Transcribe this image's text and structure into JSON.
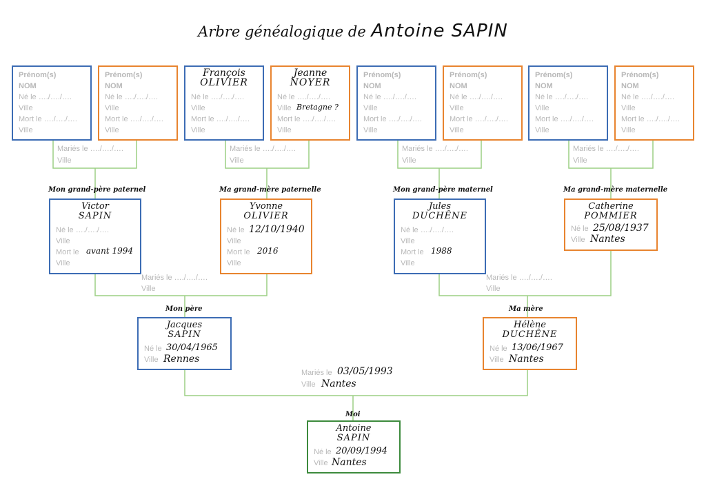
{
  "title": {
    "prefix": "Arbre généalogique de",
    "name": "Antoine SAPIN"
  },
  "labels": {
    "prenom": "Prénom(s)",
    "nom": "NOM",
    "ne": "Né le …./…./….",
    "ne_short": "Né le",
    "ville": "Ville",
    "mort": "Mort le …./…./….",
    "mort_short": "Mort le",
    "maries": "Mariés le …./…./….",
    "maries_short": "Mariés le"
  },
  "great_grandparents": [
    {
      "side": "m"
    },
    {
      "side": "f"
    },
    {
      "side": "m",
      "prenom": "François",
      "nom": "OLIVIER"
    },
    {
      "side": "f",
      "prenom": "Jeanne",
      "nom": "NOYER",
      "ville": "Bretagne ?"
    },
    {
      "side": "m"
    },
    {
      "side": "f"
    },
    {
      "side": "m"
    },
    {
      "side": "f"
    }
  ],
  "grandparents": [
    {
      "role": "Mon grand-père paternel",
      "prenom": "Victor",
      "nom": "SAPIN",
      "mort": "avant 1994"
    },
    {
      "role": "Ma grand-mère paternelle",
      "prenom": "Yvonne",
      "nom": "OLIVIER",
      "ne": "12/10/1940",
      "mort": "2016"
    },
    {
      "role": "Mon grand-père maternel",
      "prenom": "Jules",
      "nom": "DUCHÊNE",
      "mort": "1988"
    },
    {
      "role": "Ma grand-mère maternelle",
      "prenom": "Catherine",
      "nom": "POMMIER",
      "ne": "25/08/1937",
      "ville": "Nantes"
    }
  ],
  "parents": [
    {
      "role": "Mon père",
      "prenom": "Jacques",
      "nom": "SAPIN",
      "ne": "30/04/1965",
      "ville": "Rennes"
    },
    {
      "role": "Ma mère",
      "prenom": "Hélène",
      "nom": "DUCHÊNE",
      "ne": "13/06/1967",
      "ville": "Nantes"
    }
  ],
  "parents_marriage": {
    "date": "03/05/1993",
    "ville": "Nantes"
  },
  "me": {
    "role": "Moi",
    "prenom": "Antoine",
    "nom": "SAPIN",
    "ne": "20/09/1994",
    "ville": "Nantes"
  },
  "colors": {
    "male": "#3c6cb4",
    "female": "#e8842f",
    "me": "#3c8a3c",
    "line": "#9ccf84",
    "label": "#b8b8b8"
  }
}
